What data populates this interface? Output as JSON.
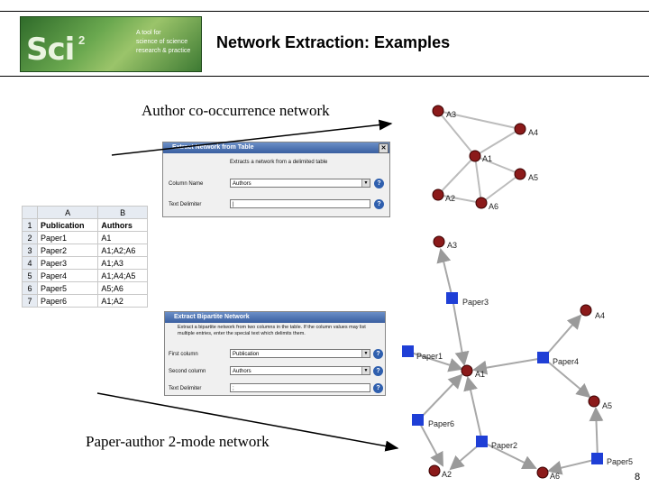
{
  "header": {
    "title": "Network Extraction: Examples",
    "logo": {
      "mark": "Sci",
      "superscript": "2",
      "tagline": [
        "A tool for",
        "science of science",
        "research & practice"
      ]
    }
  },
  "labels": {
    "author_network": "Author co-occurrence network",
    "paper_author_network": "Paper-author 2-mode network"
  },
  "dialog_network": {
    "title": "Extract Network from Table",
    "description": "Extracts a network from a delimited table",
    "column_label": "Column Name",
    "column_value": "Authors",
    "delimiter_label": "Text Delimiter",
    "delimiter_value": "|"
  },
  "dialog_bipartite": {
    "title": "Extract Bipartite Network",
    "description": "Extract a bipartite network from two columns in the table. If the column values may list multiple entries, enter the special text which delimits them.",
    "first_label": "First column",
    "first_value": "Publication",
    "second_label": "Second column",
    "second_value": "Authors",
    "delimiter_label": "Text Delimiter",
    "delimiter_value": ";"
  },
  "spreadsheet": {
    "col_letters": [
      "A",
      "B"
    ],
    "rows": [
      [
        "1",
        "Publication",
        "Authors"
      ],
      [
        "2",
        "Paper1",
        "A1"
      ],
      [
        "3",
        "Paper2",
        "A1;A2;A6"
      ],
      [
        "4",
        "Paper3",
        "A1;A3"
      ],
      [
        "5",
        "Paper4",
        "A1;A4;A5"
      ],
      [
        "6",
        "Paper5",
        "A5;A6"
      ],
      [
        "7",
        "Paper6",
        "A1;A2"
      ]
    ]
  },
  "author_graph": {
    "nodes": [
      "A3",
      "A4",
      "A1",
      "A5",
      "A2",
      "A6"
    ]
  },
  "bipartite_graph": {
    "author_nodes": [
      "A3",
      "A4",
      "A1",
      "A5",
      "A2",
      "A6"
    ],
    "paper_nodes": [
      "Paper3",
      "Paper1",
      "Paper4",
      "Paper6",
      "Paper2",
      "Paper5"
    ]
  },
  "colors": {
    "author_node": "#8b1a1a",
    "paper_node": "#1f3fd6",
    "edge": "#b8b8b8"
  },
  "page_number": "8"
}
